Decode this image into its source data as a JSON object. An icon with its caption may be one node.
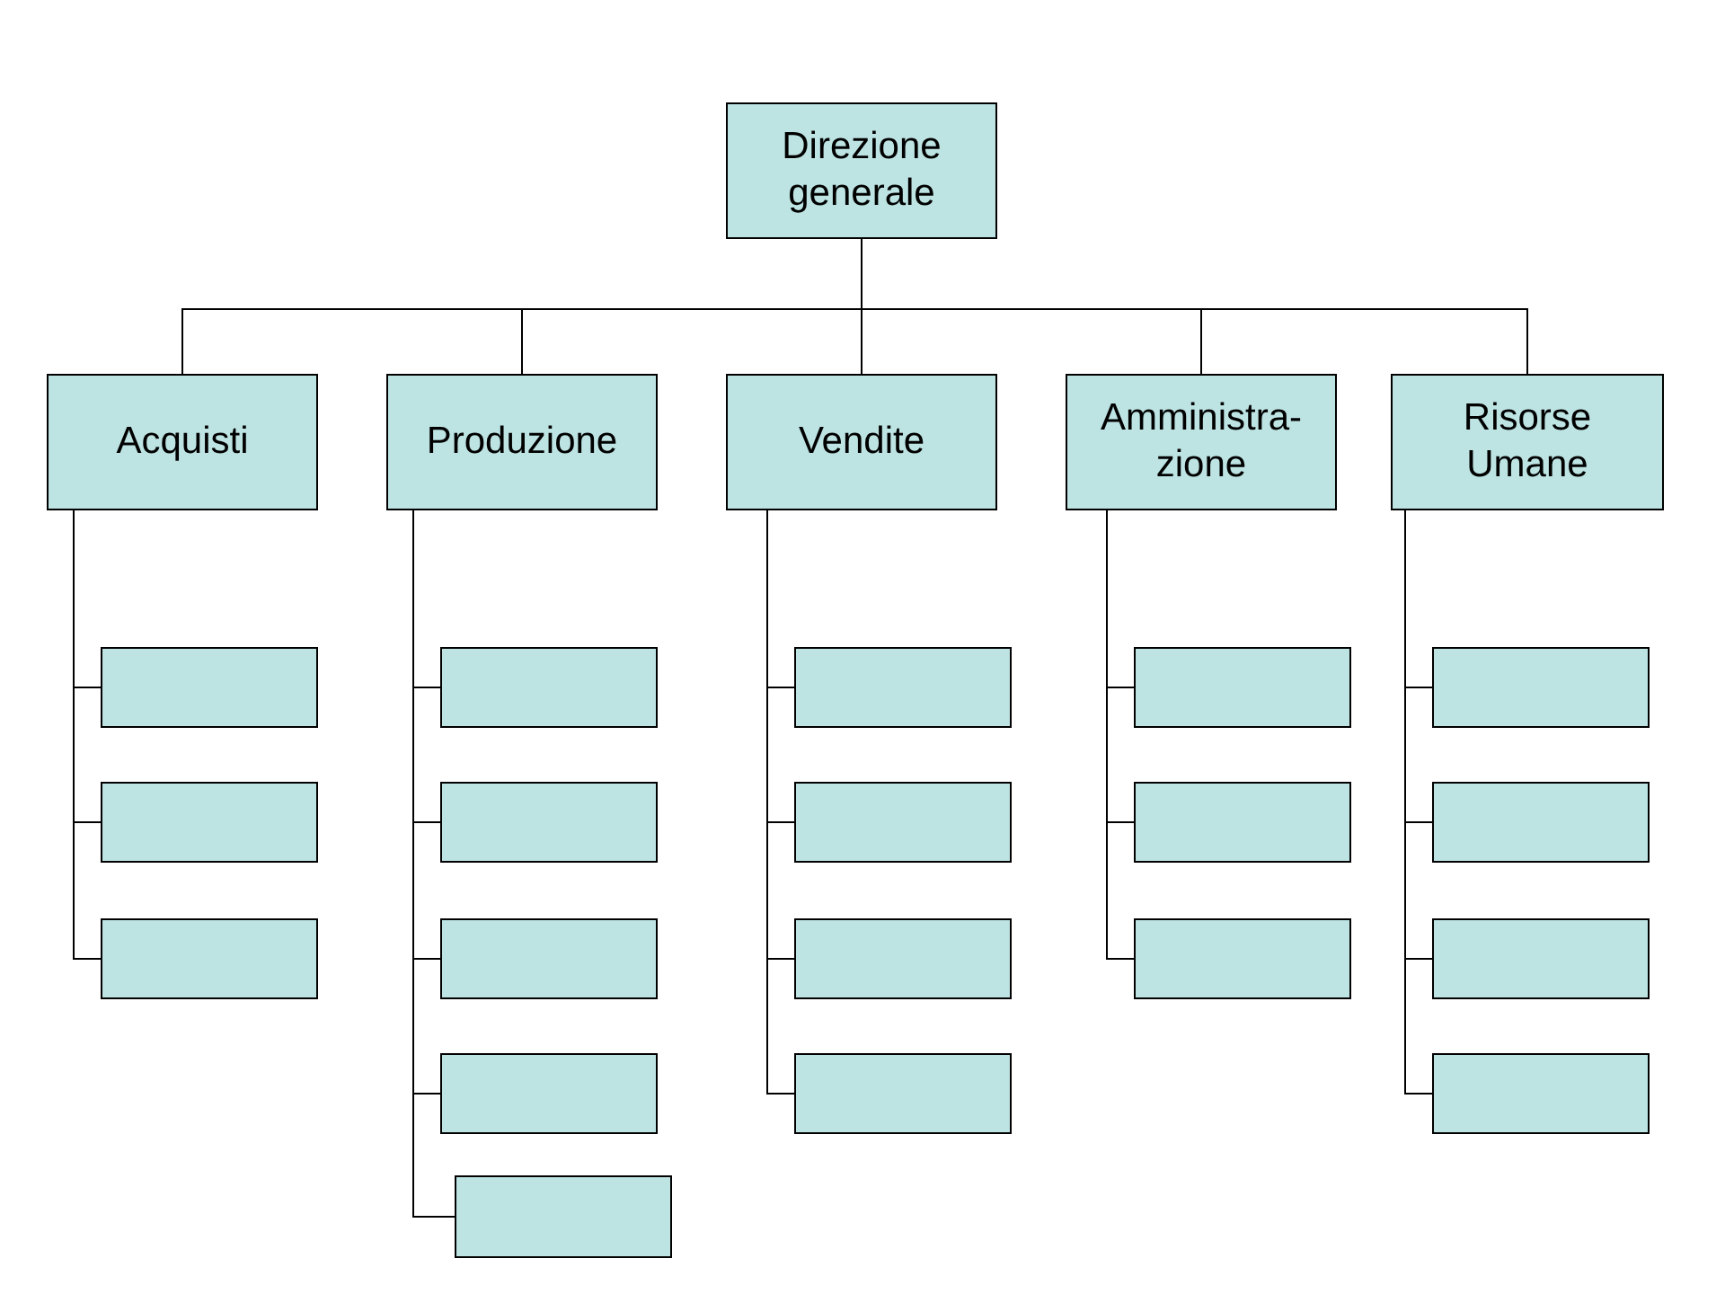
{
  "diagram": {
    "nodes": [
      {
        "text": [
          "Direzione generale"
        ]
      },
      {
        "text": [
          "Acquisti"
        ]
      },
      {
        "text": [
          "Produzione"
        ]
      },
      {
        "text": [
          "Vendite"
        ]
      },
      {
        "text": [
          "Amministra- zione"
        ]
      },
      {
        "text": [
          "Risorse Umane"
        ]
      },
      {
        "text": [],
        "shape": "box"
      },
      {
        "text": [],
        "shape": "box"
      },
      {
        "text": [],
        "shape": "box"
      },
      {
        "text": [],
        "shape": "box"
      },
      {
        "text": [],
        "shape": "box"
      },
      {
        "text": [],
        "shape": "box"
      },
      {
        "text": [],
        "shape": "box"
      },
      {
        "text": [],
        "shape": "box"
      },
      {
        "text": [],
        "shape": "box"
      },
      {
        "text": [],
        "shape": "box"
      },
      {
        "text": [],
        "shape": "box"
      },
      {
        "text": [],
        "shape": "box"
      },
      {
        "text": [],
        "shape": "box"
      },
      {
        "text": [],
        "shape": "box"
      },
      {
        "text": [],
        "shape": "box"
      },
      {
        "text": [],
        "shape": "box"
      },
      {
        "text": [],
        "shape": "box"
      },
      {
        "text": [],
        "shape": "box"
      },
      {
        "text": [],
        "shape": "box"
      }
    ],
    "edges": [
      {
        "from": 0,
        "to": 1,
        "arrow": "none"
      },
      {
        "from": 0,
        "to": 2,
        "arrow": "none"
      },
      {
        "from": 0,
        "to": 3,
        "arrow": "none"
      },
      {
        "from": 0,
        "to": 4,
        "arrow": "none"
      },
      {
        "from": 0,
        "to": 5,
        "arrow": "none"
      },
      {
        "from": 1,
        "to": 6,
        "arrow": "none"
      },
      {
        "from": 1,
        "to": 7,
        "arrow": "none"
      },
      {
        "from": 1,
        "to": 8,
        "arrow": "none"
      },
      {
        "from": 2,
        "to": 9,
        "arrow": "none"
      },
      {
        "from": 2,
        "to": 10,
        "arrow": "none"
      },
      {
        "from": 2,
        "to": 11,
        "arrow": "none"
      },
      {
        "from": 2,
        "to": 12,
        "arrow": "none"
      },
      {
        "from": 2,
        "to": 13,
        "arrow": "none"
      },
      {
        "from": 3,
        "to": 14,
        "arrow": "none"
      },
      {
        "from": 3,
        "to": 15,
        "arrow": "none"
      },
      {
        "from": 3,
        "to": 16,
        "arrow": "none"
      },
      {
        "from": 3,
        "to": 17,
        "arrow": "none"
      },
      {
        "from": 4,
        "to": 18,
        "arrow": "none"
      },
      {
        "from": 4,
        "to": 19,
        "arrow": "none"
      },
      {
        "from": 4,
        "to": 20,
        "arrow": "none"
      },
      {
        "from": 5,
        "to": 21,
        "arrow": "none"
      },
      {
        "from": 5,
        "to": 22,
        "arrow": "none"
      },
      {
        "from": 5,
        "to": 23,
        "arrow": "none"
      },
      {
        "from": 5,
        "to": 24,
        "arrow": "none"
      }
    ]
  }
}
